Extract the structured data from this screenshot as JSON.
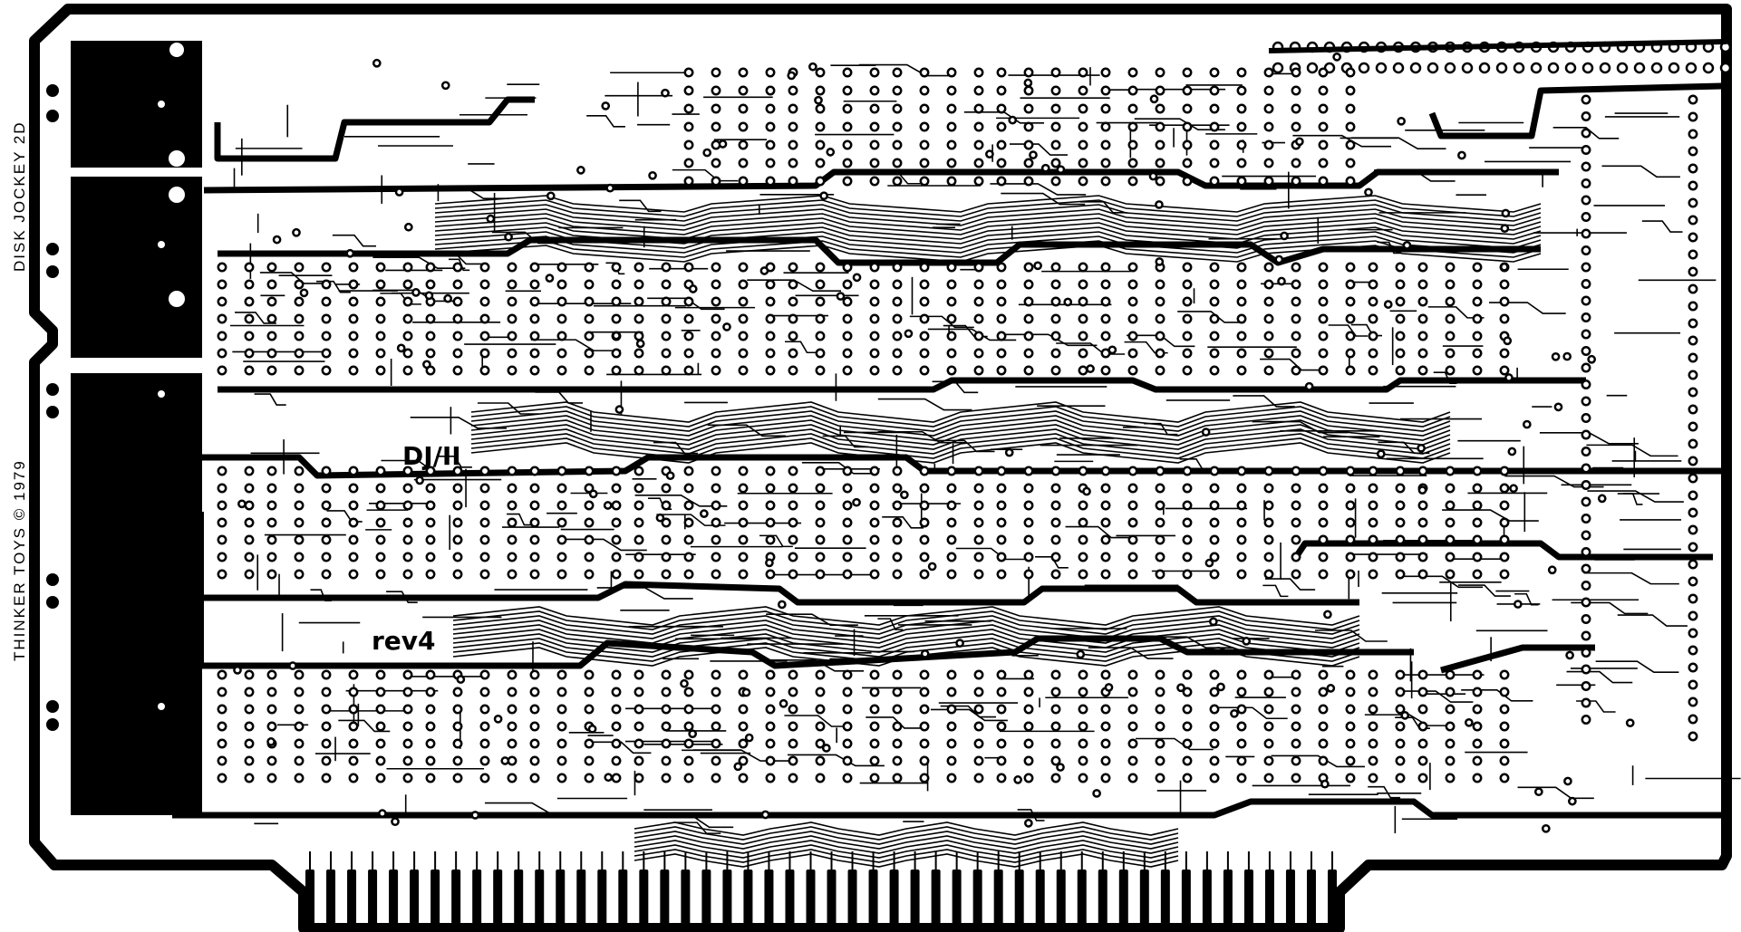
{
  "labels": {
    "product": "DISK JOCKEY 2D",
    "maker": "THINKER TOYS",
    "copyright_symbol": "©",
    "year": "1979",
    "board_id": "DJ/II",
    "revision": "rev4"
  },
  "colors": {
    "copper": "#000000",
    "substrate": "#ffffff"
  },
  "edge_connector": {
    "contacts_visible": 50
  }
}
